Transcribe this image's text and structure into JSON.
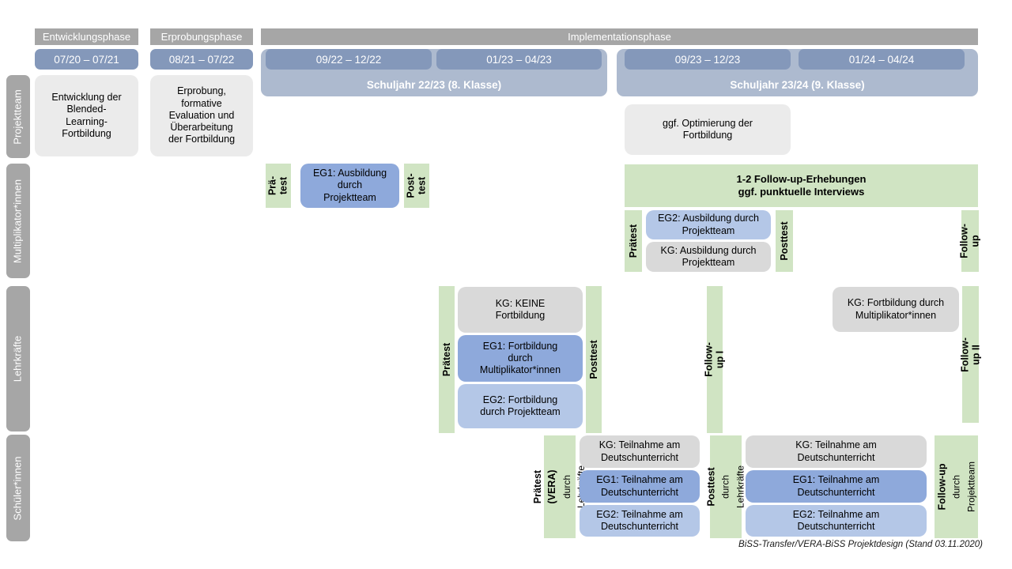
{
  "footer": "BiSS-Transfer/VERA-BiSS Projektdesign (Stand 03.11.2020)",
  "colors": {
    "header_gray": "#a6a6a6",
    "date_bar_blue": "#8498ba",
    "schuljahr_blue": "#adbacf",
    "green": "#d0e4c3",
    "eg1_blue": "#8ea9db",
    "eg2_blue": "#b4c7e7",
    "kg_gray": "#d9d9d9",
    "projektteam_box_gray": "#ebebeb"
  },
  "phases": {
    "p1": "Entwicklungsphase",
    "p2": "Erprobungsphase",
    "p3": "Implementationsphase"
  },
  "dates": {
    "d1": "07/20 – 07/21",
    "d2": "08/21 – 07/22",
    "d3": "09/22 – 12/22",
    "d4": "01/23 – 04/23",
    "d5": "09/23 – 12/23",
    "d6": "01/24 – 04/24"
  },
  "years": {
    "y1": "Schuljahr 22/23 (8. Klasse)",
    "y2": "Schuljahr 23/24 (9. Klasse)"
  },
  "rows": {
    "projektteam": {
      "label": "Projektteam",
      "entwicklung": "Entwicklung der\nBlended-\nLearning-\nFortbildung",
      "erprobung": "Erprobung,\nformative\nEvaluation und\nÜberarbeitung\nder Fortbildung",
      "optimierung": "ggf. Optimierung der\nFortbildung"
    },
    "multiplikator": {
      "label": "Multiplikator*innen",
      "praetest1": "Prä-\ntest",
      "eg1": "EG1: Ausbildung\ndurch\nProjektteam",
      "posttest1": "Post-\ntest",
      "followup_erhebungen": "1-2 Follow-up-Erhebungen\nggf. punktuelle Interviews",
      "praetest2": "Prätest",
      "eg2": "EG2: Ausbildung durch\nProjektteam",
      "kg": "KG: Ausbildung durch\nProjektteam",
      "posttest2": "Posttest",
      "followup": "Follow-up"
    },
    "lehrkraefte": {
      "label": "Lehrkräfte",
      "praetest": "Prätest",
      "kg": "KG: KEINE\nFortbildung",
      "eg1": "EG1: Fortbildung\ndurch\nMultiplikator*innen",
      "eg2": "EG2: Fortbildung\ndurch Projektteam",
      "posttest": "Posttest",
      "followup1": "Follow-up I",
      "kg_fortbildung": "KG: Fortbildung durch\nMultiplikator*innen",
      "followup2": "Follow-up II"
    },
    "schueler": {
      "label": "Schüler*innen",
      "praetest_main": "Prätest (VERA)",
      "praetest_sub": "durch Lehrkräfte",
      "kg1": "KG: Teilnahme am\nDeutschunterricht",
      "eg1a": "EG1: Teilnahme am\nDeutschunterricht",
      "eg2a": "EG2: Teilnahme am\nDeutschunterricht",
      "posttest_main": "Posttest",
      "posttest_sub": "durch Lehrkräfte",
      "kg2": "KG: Teilnahme am\nDeutschunterricht",
      "eg1b": "EG1: Teilnahme am\nDeutschunterricht",
      "eg2b": "EG2: Teilnahme am\nDeutschunterricht",
      "followup_main": "Follow-up",
      "followup_sub": "durch\nProjektteam"
    }
  }
}
